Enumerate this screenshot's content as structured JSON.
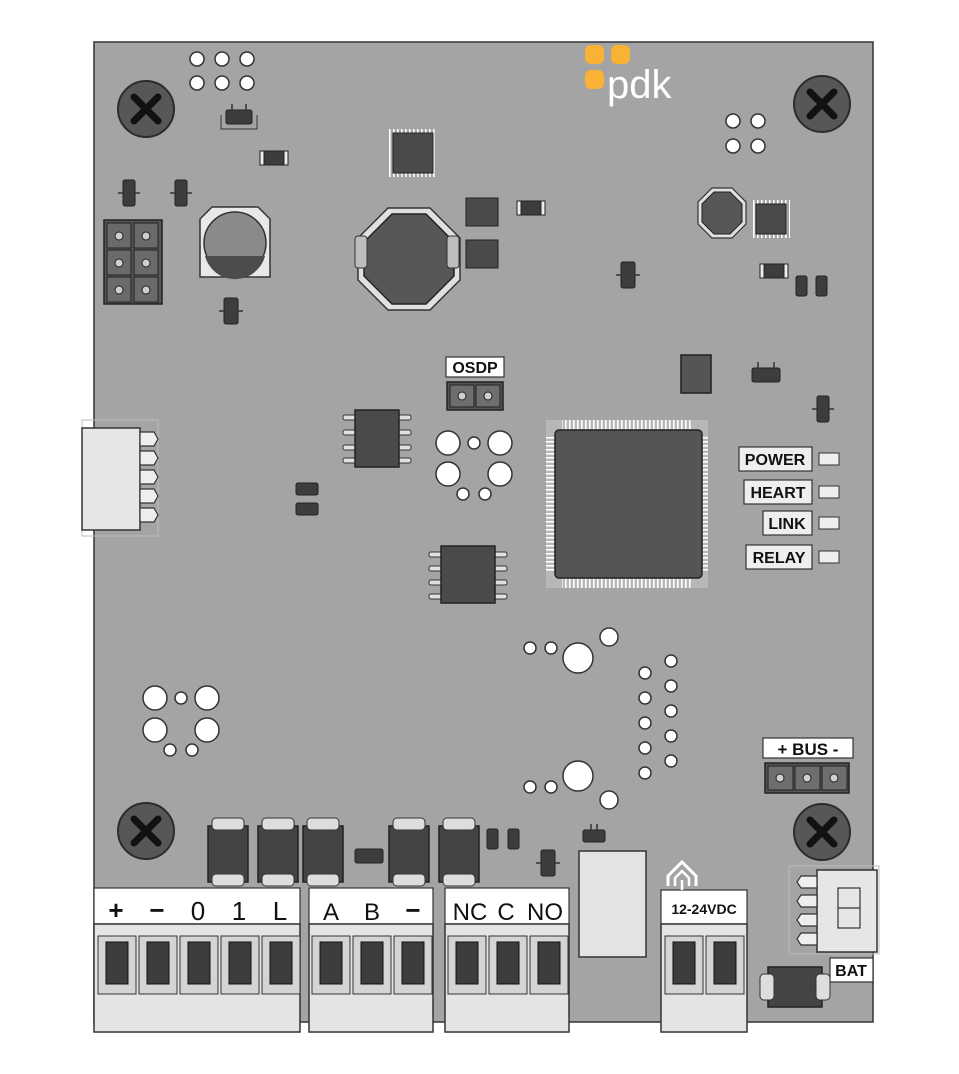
{
  "brand": {
    "logo_text": "pdk",
    "logo_color": "#f9b233"
  },
  "board": {
    "color": "#a4a4a4",
    "outline": "#333333"
  },
  "labels": {
    "osdp": "OSDP",
    "bus": "+ BUS -",
    "bat": "BAT",
    "power_input": "12-24VDC"
  },
  "leds": [
    {
      "label": "POWER"
    },
    {
      "label": "HEART"
    },
    {
      "label": "LINK"
    },
    {
      "label": "RELAY"
    }
  ],
  "terminal_blocks": {
    "reader": [
      "+",
      "−",
      "0",
      "1",
      "L"
    ],
    "rs485": [
      "A",
      "B",
      "−"
    ],
    "relay": [
      "NC",
      "C",
      "NO"
    ]
  }
}
